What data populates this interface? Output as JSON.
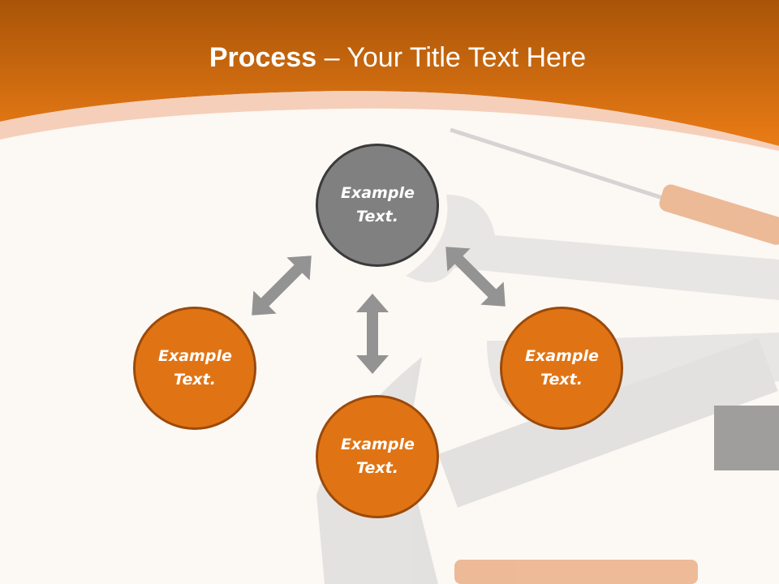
{
  "title": {
    "bold": "Process",
    "rest": " – Your Title Text Here"
  },
  "nodes": [
    {
      "label": "Example Text.",
      "color": "#808080"
    },
    {
      "label": "Example Text.",
      "color": "#e07414"
    },
    {
      "label": "Example Text.",
      "color": "#e07414"
    },
    {
      "label": "Example Text.",
      "color": "#e07414"
    }
  ],
  "colors": {
    "header_dark": "#a85408",
    "header_light": "#e87a14",
    "arrow": "#939393",
    "background": "#fcf8f4"
  }
}
